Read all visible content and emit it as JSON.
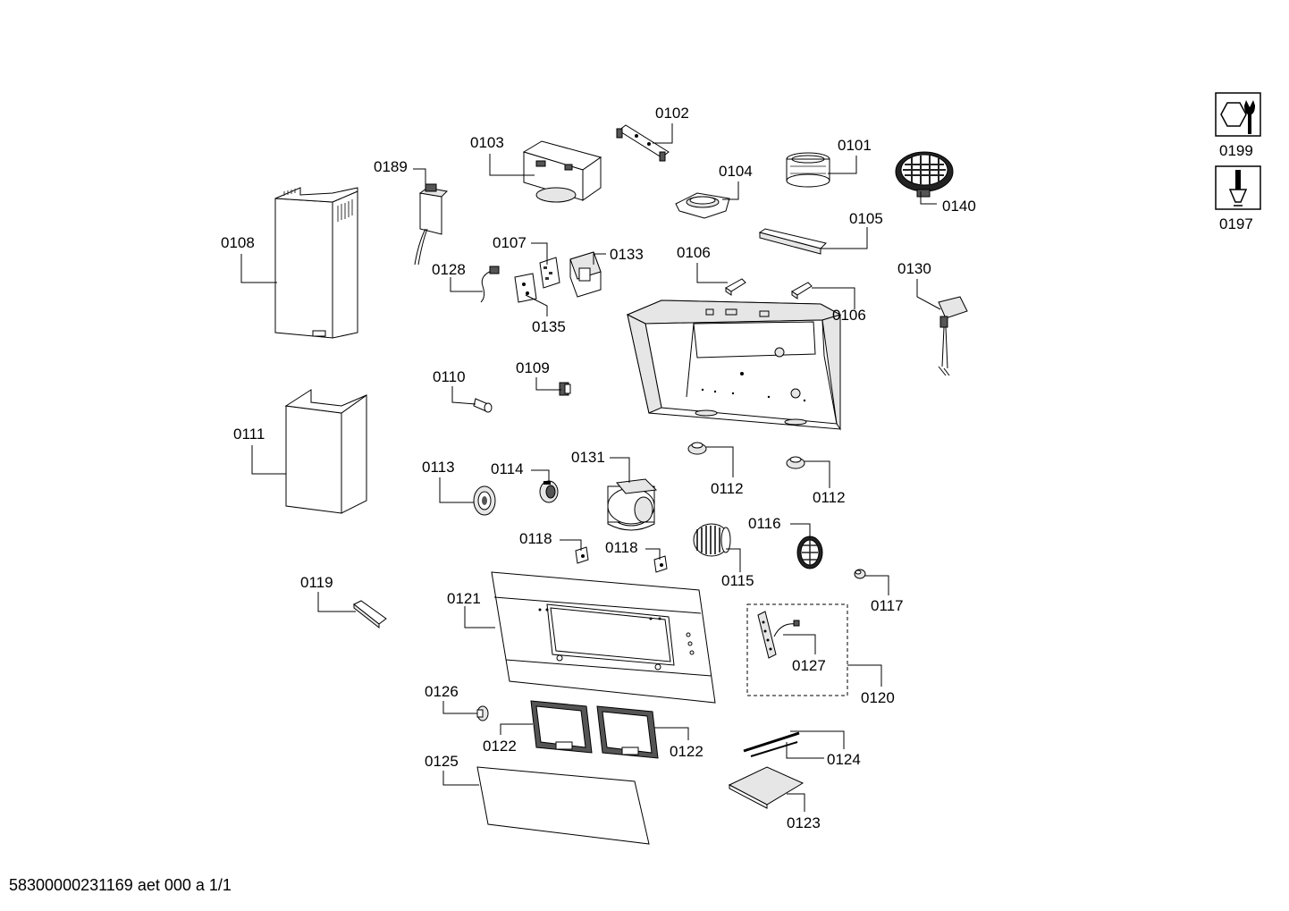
{
  "footer": "58300000231169 aet 000 a 1/1",
  "parts": [
    {
      "id": "p0101",
      "number": "0101"
    },
    {
      "id": "p0102",
      "number": "0102"
    },
    {
      "id": "p0103",
      "number": "0103"
    },
    {
      "id": "p0104",
      "number": "0104"
    },
    {
      "id": "p0105",
      "number": "0105"
    },
    {
      "id": "p0106a",
      "number": "0106"
    },
    {
      "id": "p0106b",
      "number": "0106"
    },
    {
      "id": "p0107",
      "number": "0107"
    },
    {
      "id": "p0108",
      "number": "0108"
    },
    {
      "id": "p0109",
      "number": "0109"
    },
    {
      "id": "p0110",
      "number": "0110"
    },
    {
      "id": "p0111",
      "number": "0111"
    },
    {
      "id": "p0112a",
      "number": "0112"
    },
    {
      "id": "p0112b",
      "number": "0112"
    },
    {
      "id": "p0113",
      "number": "0113"
    },
    {
      "id": "p0114",
      "number": "0114"
    },
    {
      "id": "p0115",
      "number": "0115"
    },
    {
      "id": "p0116",
      "number": "0116"
    },
    {
      "id": "p0117",
      "number": "0117"
    },
    {
      "id": "p0118a",
      "number": "0118"
    },
    {
      "id": "p0118b",
      "number": "0118"
    },
    {
      "id": "p0119",
      "number": "0119"
    },
    {
      "id": "p0120",
      "number": "0120"
    },
    {
      "id": "p0121",
      "number": "0121"
    },
    {
      "id": "p0122a",
      "number": "0122"
    },
    {
      "id": "p0122b",
      "number": "0122"
    },
    {
      "id": "p0123",
      "number": "0123"
    },
    {
      "id": "p0124",
      "number": "0124"
    },
    {
      "id": "p0125",
      "number": "0125"
    },
    {
      "id": "p0126",
      "number": "0126"
    },
    {
      "id": "p0127",
      "number": "0127"
    },
    {
      "id": "p0128",
      "number": "0128"
    },
    {
      "id": "p0130",
      "number": "0130"
    },
    {
      "id": "p0131",
      "number": "0131"
    },
    {
      "id": "p0133",
      "number": "0133"
    },
    {
      "id": "p0135",
      "number": "0135"
    },
    {
      "id": "p0140",
      "number": "0140"
    },
    {
      "id": "p0189",
      "number": "0189"
    }
  ],
  "tools": [
    {
      "number": "0199",
      "icon": "wrench-nut-icon"
    },
    {
      "number": "0197",
      "icon": "screwdriver-icon"
    }
  ]
}
